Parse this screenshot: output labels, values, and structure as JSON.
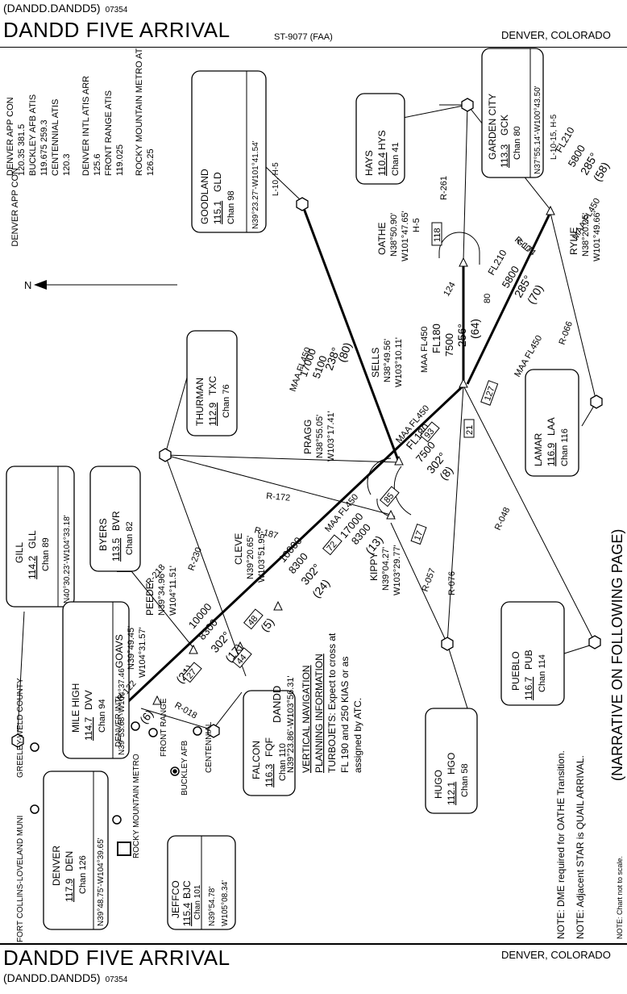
{
  "header": {
    "code": "(DANDD.DANDD5)",
    "number": "07354",
    "title": "DANDD FIVE ARRIVAL",
    "faa_code": "ST-9077 (FAA)",
    "location": "DENVER, COLORADO"
  },
  "footer": {
    "title": "DANDD FIVE ARRIVAL",
    "location": "DENVER, COLORADO",
    "code": "(DANDD.DANDD5)",
    "number": "07354"
  },
  "frequencies": [
    "DENVER APP CON",
    "120.35 381.5",
    "BUCKLEY AFB ATIS",
    "119.675 259.3",
    "CENTENNIAL ATIS",
    "120.3",
    "DENVER INTL ATIS ARR",
    "125.6",
    "FRONT RANGE ATIS",
    "119.025",
    "ROCKY MOUNTAIN METRO ATIS",
    "126.25"
  ],
  "navaids": [
    {
      "name": "GOODLAND",
      "freq": "115.1",
      "id": "GLD",
      "chan": "Chan 98",
      "coord": "N39°23.27'-W101°41.54'",
      "charts": "L-10, H-5"
    },
    {
      "name": "HAYS",
      "freq": "110.4",
      "id": "HYS",
      "chan": "Chan 41"
    },
    {
      "name": "GARDEN CITY",
      "freq": "113.3",
      "id": "GCK",
      "chan": "Chan 80",
      "coord": "N37°55.14'-W100°43.50'",
      "charts": "L-10-15, H-5"
    },
    {
      "name": "THURMAN",
      "freq": "112.9",
      "id": "TXC",
      "chan": "Chan 76"
    },
    {
      "name": "LAMAR",
      "freq": "116.9",
      "id": "LAA",
      "chan": "Chan 116"
    },
    {
      "name": "GILL",
      "freq": "114.2",
      "id": "GLL",
      "chan": "Chan 89",
      "coord": "N40°30.23'-W104°33.18'"
    },
    {
      "name": "BYERS",
      "freq": "113.5",
      "id": "BVR",
      "chan": "Chan 82"
    },
    {
      "name": "MILE HIGH",
      "freq": "114.7",
      "id": "DVV",
      "chan": "Chan 94",
      "coord": "N39°53.68'-W104°37.46'"
    },
    {
      "name": "PUEBLO",
      "freq": "116.7",
      "id": "PUB",
      "chan": "Chan 114"
    },
    {
      "name": "HUGO",
      "freq": "112.1",
      "id": "HGO",
      "chan": "Chan 58"
    },
    {
      "name": "FALCON",
      "freq": "116.3",
      "id": "FQF",
      "chan": "Chan 110"
    },
    {
      "name": "DENVER",
      "freq": "117.9",
      "id": "DEN",
      "chan": "Chan 126",
      "coord": "N39°48.75'-W104°39.65'"
    },
    {
      "name": "JEFFCO",
      "freq": "115.4",
      "id": "BJC",
      "chan": "Chan 101",
      "coord1": "N39°54.78'",
      "coord2": "W105°08.34'"
    }
  ],
  "fixes": [
    {
      "name": "OATHE",
      "coord1": "N38°50.90'",
      "coord2": "W101°47.65'",
      "chart": "H-5"
    },
    {
      "name": "RYLIE",
      "coord1": "N38°20.25'",
      "coord2": "W101°49.66'"
    },
    {
      "name": "SELLS",
      "coord1": "N38°49.56'",
      "coord2": "W103°10.11'"
    },
    {
      "name": "PRAGG",
      "coord1": "N38°55.05'",
      "coord2": "W103°17.41'"
    },
    {
      "name": "KIPPY",
      "coord1": "N39°04.27'",
      "coord2": "W103°29.77'"
    },
    {
      "name": "CLEVE",
      "coord1": "N39°20.65'",
      "coord2": "W103°51.95'"
    },
    {
      "name": "PEEDE",
      "coord1": "N39°34.96'",
      "coord2": "W104°11.51'"
    },
    {
      "name": "GOAVS",
      "coord1": "N39°49.45'",
      "coord2": "W104°31.57'"
    },
    {
      "name": "DANDD",
      "coord1": "N39°23.86'-W103°56.31'"
    }
  ],
  "airports": [
    "DENVER INTL",
    "FRONT RANGE",
    "BUCKLEY AFB",
    "CENTENNIAL",
    "ROCKY MOUNTAIN METRO",
    "GREELEY-WELD COUNTY",
    "FORT COLLINS-LOVELAND MUNI"
  ],
  "route_labels": {
    "maa": "MAA FL450",
    "glid_fl180": "FL180",
    "oathe_fl210": "FL210",
    "alt_5800": "5800",
    "alt_7500": "7500",
    "alt_8300": "8300",
    "alt_10000": "10000",
    "alt_17000": "17000",
    "alt_5100": "5100",
    "alt_7000": "17000",
    "crs_285": "285°",
    "crs_302": "302°",
    "crs_238": "238°",
    "crs_256": "256°",
    "d58": "(58)",
    "d70": "(70)",
    "d80": "(80)",
    "d64": "(64)",
    "d8": "(8)",
    "d13": "(13)",
    "d24": "(24)",
    "d17": "(17)",
    "d21": "(21)",
    "d6": "(6)",
    "d5": "(5)",
    "b93": "93",
    "b85": "85",
    "b72": "72",
    "b44": "44",
    "b48": "48",
    "b27": "27",
    "b118": "118",
    "b127": "127",
    "b17": "17",
    "b21": "21",
    "b124": "124",
    "b80": "80",
    "r261": "R-261",
    "r174": "R-174",
    "r066": "R-066",
    "r172": "R-172",
    "r187": "R-187",
    "r230": "R-230",
    "r218": "R-218",
    "r076": "R-076",
    "r048": "R-048",
    "r057": "R-057",
    "r122": "R-122",
    "r018": "R-018",
    "gld": "GLD"
  },
  "vnav": {
    "title1": "VERTICAL NAVIGATION",
    "title2": "PLANNING INFORMATION",
    "line1": "TURBOJETS: Expect to cross at",
    "line2": "FL 190 and 250 KIAS or as",
    "line3": "assigned by ATC."
  },
  "notes": {
    "n1": "NOTE: DME required for OATHE Transition.",
    "n2": "NOTE: Adjacent STAR is QUAIL ARRIVAL.",
    "n3": "NOTE: Chart not to scale.",
    "narrative": "(NARRATIVE ON FOLLOWING PAGE)"
  },
  "north": "N"
}
